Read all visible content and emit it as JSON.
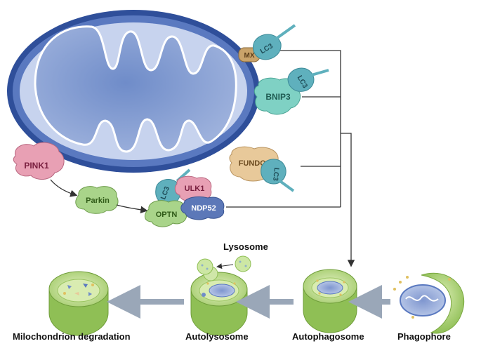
{
  "proteins": {
    "mx": "MX",
    "bnip3": "BNIP3",
    "fundc1": "FUNDC1",
    "pink1": "PINK1",
    "parkin": "Parkin",
    "ulk1": "ULK1",
    "optn": "OPTN",
    "ndp52": "NDP52",
    "lc3": "LC3"
  },
  "stages": {
    "lysosome": "Lysosome",
    "phagophore": "Phagophore",
    "autophagosome": "Autophagosome",
    "autolysosome": "Autolysosome",
    "degradation": "Milochondrion degradation"
  },
  "colors": {
    "mito_outer": "#2f4f9a",
    "mito_matrix": "#7d95c8",
    "receptor_teal": "#7fd1c4",
    "lc3_teal": "#5fb0bd",
    "pink1_pink": "#e8a0b4",
    "parkin_green": "#a9d48a",
    "fundc1_tan": "#e8c99a",
    "ndp52_blue": "#5c78b8",
    "vesicle_green": "#b7d67a",
    "arrow_gray": "#9aa7b8"
  }
}
